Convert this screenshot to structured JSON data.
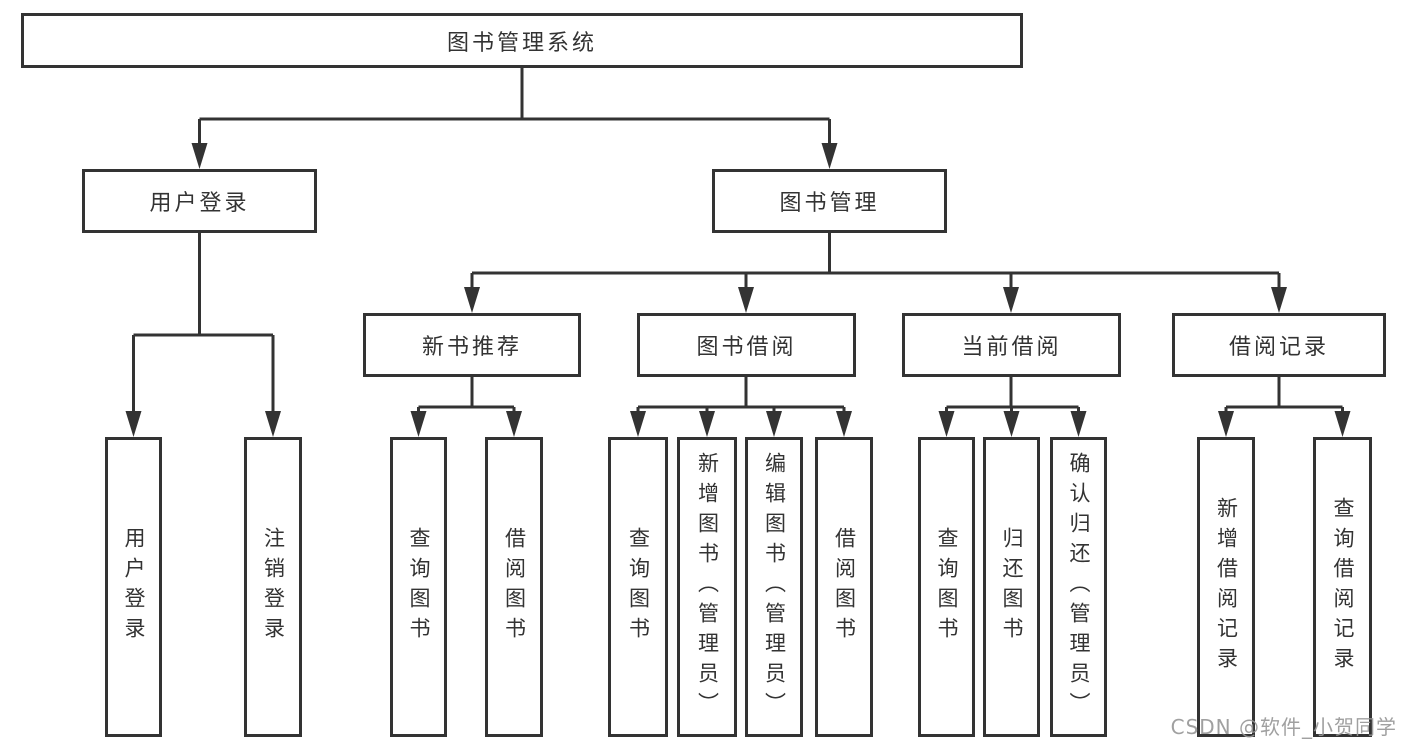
{
  "page": {
    "background": "#ffffff",
    "line_color": "#333333",
    "box_fill": "#ffffff",
    "text_color": "#333333"
  },
  "watermark": {
    "text": "CSDN @软件_小贺同学",
    "color": "#969696"
  },
  "tree": {
    "root": {
      "label": "图书管理系统"
    },
    "branches": [
      {
        "label": "用户登录",
        "children": [
          {
            "label": "用户登录"
          },
          {
            "label": "注销登录"
          }
        ]
      },
      {
        "label": "图书管理",
        "children": [
          {
            "label": "新书推荐",
            "children": [
              {
                "label": "查询图书"
              },
              {
                "label": "借阅图书"
              }
            ]
          },
          {
            "label": "图书借阅",
            "children": [
              {
                "label": "查询图书"
              },
              {
                "label": "新增图书（管理员）"
              },
              {
                "label": "编辑图书（管理员）"
              },
              {
                "label": "借阅图书"
              }
            ]
          },
          {
            "label": "当前借阅",
            "children": [
              {
                "label": "查询图书"
              },
              {
                "label": "归还图书"
              },
              {
                "label": "确认归还（管理员）"
              }
            ]
          },
          {
            "label": "借阅记录",
            "children": [
              {
                "label": "新增借阅记录"
              },
              {
                "label": "查询借阅记录"
              }
            ]
          }
        ]
      }
    ]
  }
}
